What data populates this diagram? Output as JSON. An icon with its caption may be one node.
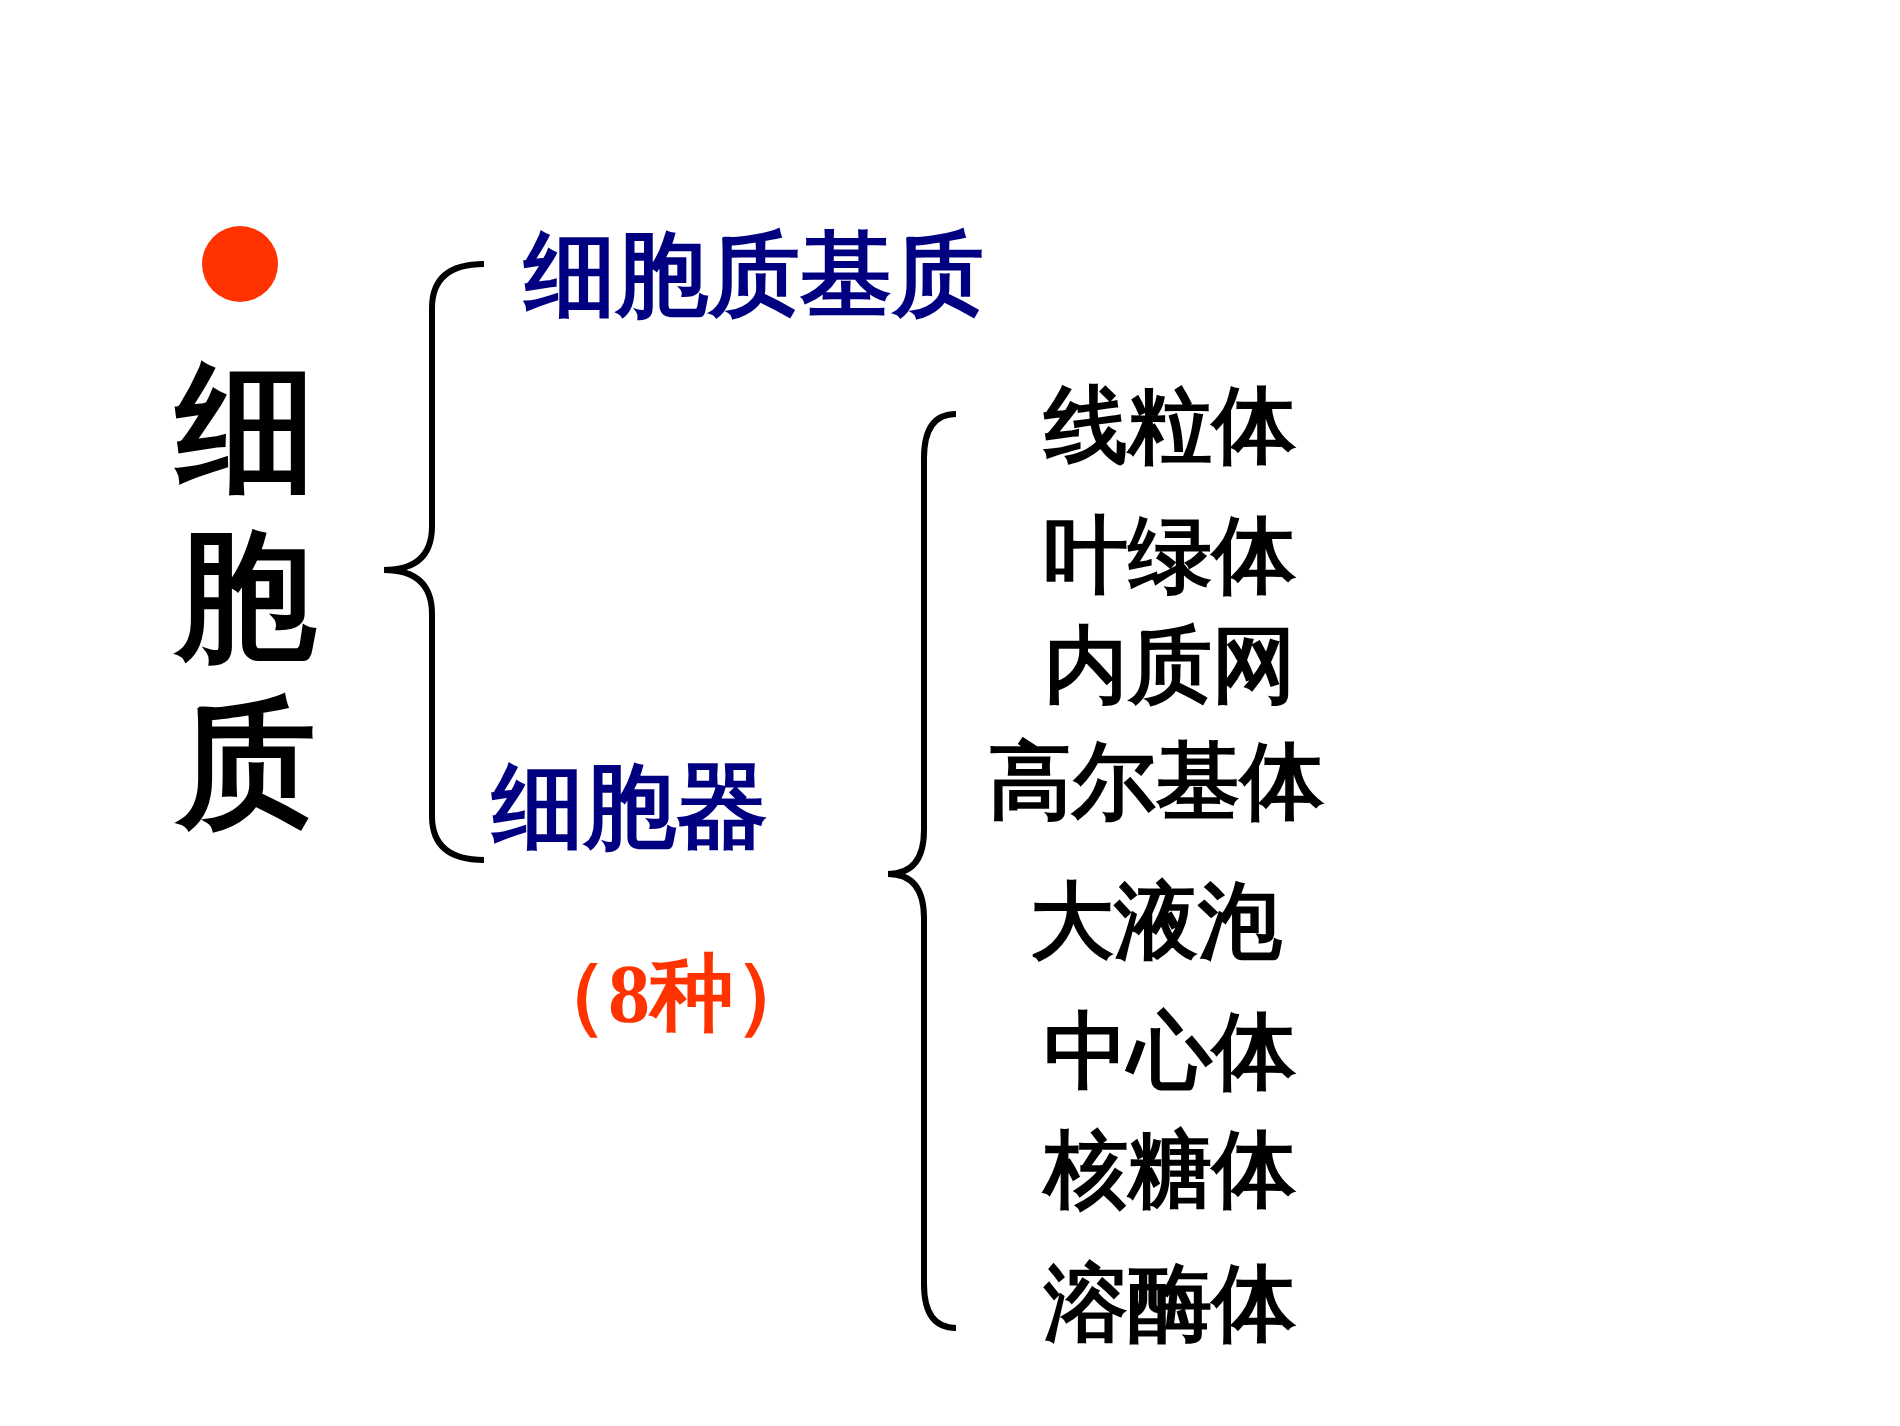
{
  "diagram": {
    "labels": [
      "细胞质",
      "细胞质基质",
      "细胞器",
      "（8种）",
      "线粒体",
      "叶绿体",
      "内质网",
      "高尔基体",
      "大液泡",
      "中心体",
      "核糖体",
      "溶酶体"
    ]
  }
}
